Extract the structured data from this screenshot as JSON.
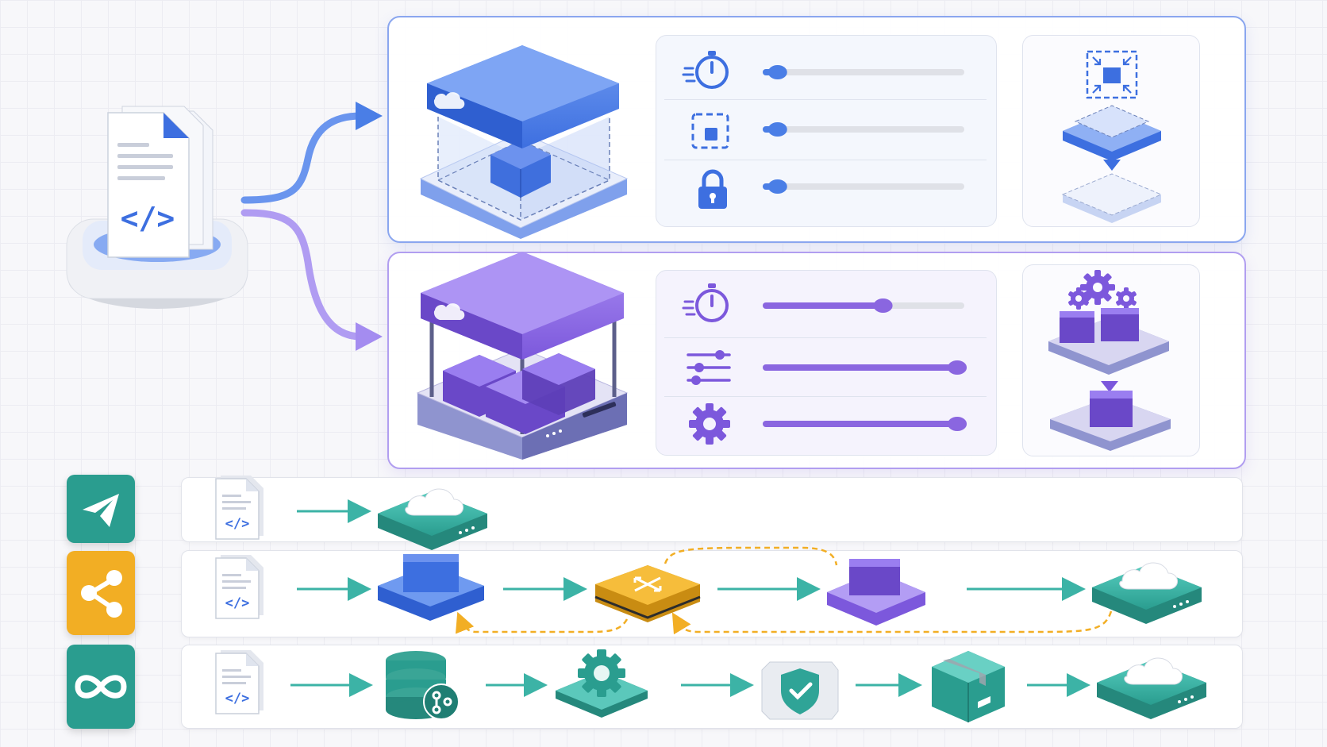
{
  "colors": {
    "blue": "#4a7ee6",
    "blue_dark": "#2f5fd0",
    "blue_light": "#8fb0f4",
    "purple": "#8a66e0",
    "purple_dark": "#6a48c8",
    "purple_light": "#b7a3f1",
    "teal": "#2fa497",
    "teal_light": "#49c1b3",
    "amber": "#f2ae24",
    "track": "#dfe1e7"
  },
  "source": {
    "icon": "code-file-stack-icon"
  },
  "paths": {
    "upper_color": "#4a7ee6",
    "lower_color": "#a48cf0"
  },
  "upper_pipeline": {
    "platform_icon": "cloud-container-platform-icon",
    "settings": [
      {
        "icon": "stopwatch-icon",
        "level": 0.06
      },
      {
        "icon": "dashed-square-icon",
        "level": 0.06
      },
      {
        "icon": "padlock-icon",
        "level": 0.06
      }
    ],
    "preview_icons": [
      "compress-to-center-icon",
      "platform-layer-icon",
      "arrow-down-icon",
      "empty-platform-icon"
    ]
  },
  "lower_pipeline": {
    "platform_icon": "cloud-cluster-platform-icon",
    "settings": [
      {
        "icon": "stopwatch-icon",
        "level": 0.6
      },
      {
        "icon": "sliders-icon",
        "level": 0.98
      },
      {
        "icon": "gear-icon",
        "level": 0.98
      }
    ],
    "preview_icons": [
      "gears-icon",
      "container-cluster-icon",
      "arrow-down-icon",
      "single-container-icon"
    ]
  },
  "deploy_modes": [
    {
      "icon": "paper-plane-icon",
      "color": "#2a9d8f",
      "steps": [
        "code-file-icon",
        "cloud-server-icon"
      ]
    },
    {
      "icon": "share-icon",
      "color": "#f2ae24",
      "steps": [
        "code-file-icon",
        "blue-container-icon",
        "router-switch-icon",
        "purple-container-icon",
        "cloud-server-icon"
      ]
    },
    {
      "icon": "infinity-icon",
      "color": "#2a9d8f",
      "steps": [
        "code-file-icon",
        "database-git-icon",
        "gear-settings-icon",
        "shield-check-icon",
        "package-box-icon",
        "cloud-server-icon"
      ]
    }
  ]
}
